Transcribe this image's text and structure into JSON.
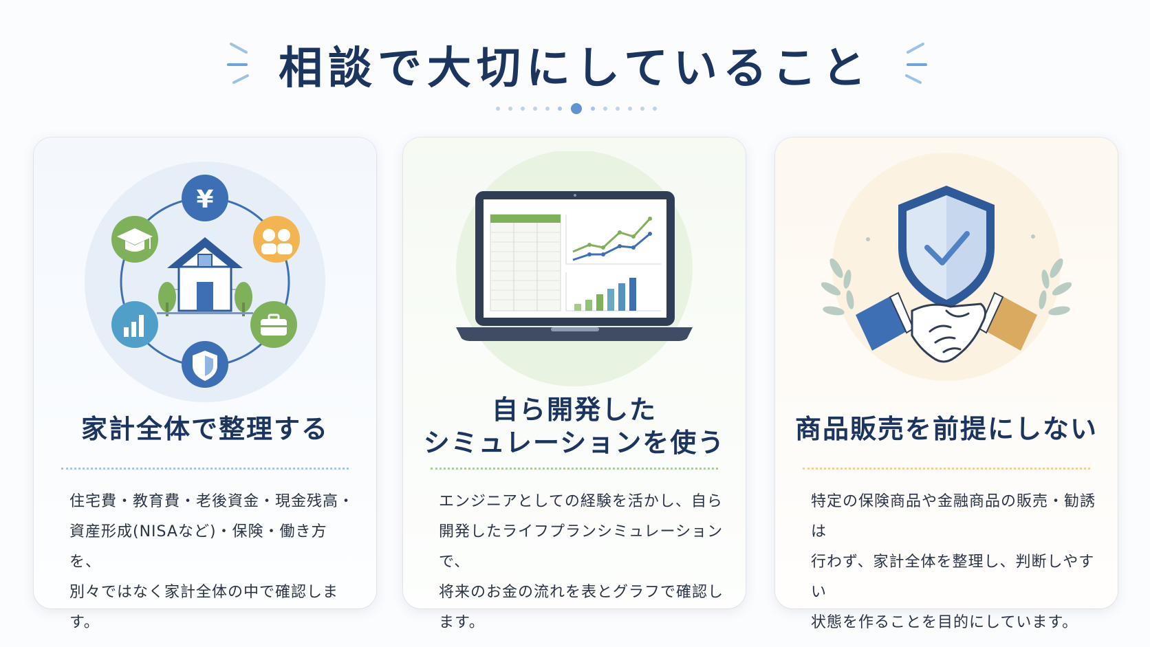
{
  "header": {
    "title": "相談で大切にしていること"
  },
  "colors": {
    "navy": "#1c355e",
    "blue": "#3d6fb5",
    "green": "#7fb05a",
    "orange": "#f2b552",
    "teal": "#4f9fc8"
  },
  "cards": [
    {
      "icon": "household-finance-icon",
      "title": "家計全体で整理する",
      "description": "住宅費・教育費・老後資金・現金残高・\n資産形成(NISAなど)・保険・働き方を、\n別々ではなく家計全体の中で確認します。"
    },
    {
      "icon": "laptop-simulation-icon",
      "title_line1": "自ら開発した",
      "title_line2": "シミュレーションを使う",
      "description": "エンジニアとしての経験を活かし、自ら\n開発したライフプランシミュレーションで、\n将来のお金の流れを表とグラフで確認します。"
    },
    {
      "icon": "shield-handshake-icon",
      "title": "商品販売を前提にしない",
      "description": "特定の保険商品や金融商品の販売・勧誘は\n行わず、家計全体を整理し、判断しやすい\n状態を作ることを目的にしています。"
    }
  ]
}
